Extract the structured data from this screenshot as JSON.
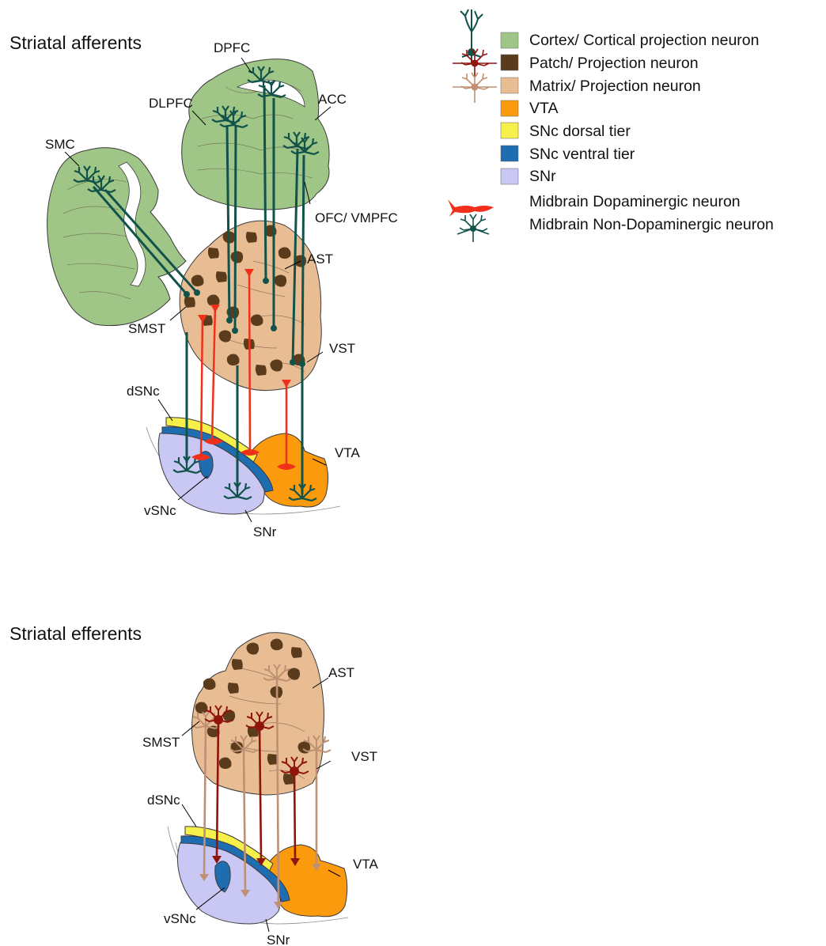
{
  "colors": {
    "cortex": "#9fc587",
    "patch": "#5a3c1c",
    "matrix": "#e8bd94",
    "vta": "#fb9a0c",
    "snc_dorsal": "#f7ef4a",
    "snc_ventral": "#1f6db1",
    "snr": "#c9c7f4",
    "cortical_neuron": "#11534a",
    "dopaminergic": "#f1301b",
    "patch_neuron": "#8e140c",
    "matrix_neuron": "#bf9073"
  },
  "panels": {
    "afferents": {
      "title": "Striatal afferents",
      "labels": {
        "dpfc": "DPFC",
        "dlpfc": "DLPFC",
        "acc": "ACC",
        "smc": "SMC",
        "ofc": "OFC/ VMPFC",
        "ast": "AST",
        "smst": "SMST",
        "vst": "VST",
        "dsnc": "dSNc",
        "vta": "VTA",
        "vsnc": "vSNc",
        "snr": "SNr"
      }
    },
    "efferents": {
      "title": "Striatal efferents",
      "labels": {
        "ast": "AST",
        "smst": "SMST",
        "vst": "VST",
        "dsnc": "dSNc",
        "vta": "VTA",
        "vsnc": "vSNc",
        "snr": "SNr"
      }
    }
  },
  "legend": {
    "items": [
      {
        "label": "Cortex/ Cortical projection neuron",
        "swatch": "#9fc587",
        "icon": "cortical-neuron-icon"
      },
      {
        "label": "Patch/ Projection neuron",
        "swatch": "#5a3c1c",
        "icon": "patch-neuron-icon"
      },
      {
        "label": "Matrix/ Projection neuron",
        "swatch": "#e8bd94",
        "icon": "matrix-neuron-icon"
      },
      {
        "label": "VTA",
        "swatch": "#fb9a0c"
      },
      {
        "label": "SNc dorsal tier",
        "swatch": "#f7ef4a"
      },
      {
        "label": "SNc ventral tier",
        "swatch": "#1f6db1"
      },
      {
        "label": "SNr",
        "swatch": "#c9c7f4"
      },
      {
        "label": "Midbrain Dopaminergic neuron",
        "icon": "dopaminergic-neuron-icon"
      },
      {
        "label": "Midbrain Non-Dopaminergic neuron",
        "icon": "non-dopaminergic-neuron-icon"
      }
    ]
  }
}
